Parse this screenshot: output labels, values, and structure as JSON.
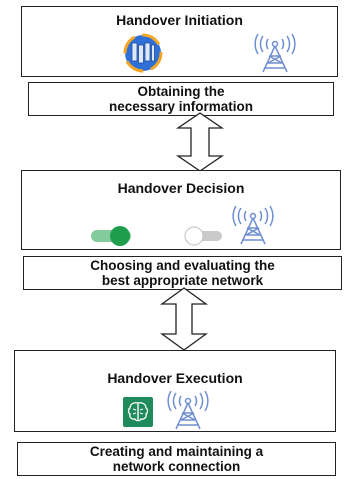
{
  "stages": {
    "initiation": {
      "title": "Handover Initiation",
      "caption": "Obtaining the\nnecessary information"
    },
    "decision": {
      "title": "Handover Decision",
      "caption": "Choosing and evaluating the\nbest appropriate network"
    },
    "execution": {
      "title": "Handover Execution",
      "caption": "Creating and maintaining a\nnetwork connection"
    }
  },
  "colors": {
    "toggle_on": "#1e9e4a",
    "toggle_off": "#c9c9c9",
    "tower": "#6f8fd0",
    "server_globe": "#2f6fd8",
    "server_accent": "#f5a623",
    "ai_chip": "#1f8a5b"
  },
  "icons": [
    "server-network-icon",
    "cell-tower-icon",
    "toggle-on-icon",
    "toggle-off-icon",
    "ai-brain-icon"
  ]
}
